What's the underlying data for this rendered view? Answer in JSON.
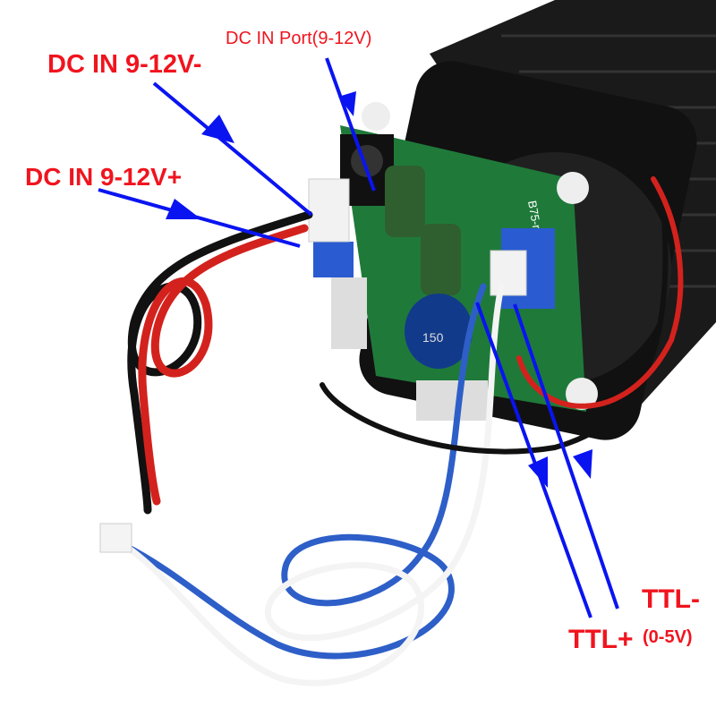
{
  "labels": {
    "dc_in_negative": "DC IN 9-12V-",
    "dc_in_port": "DC IN Port(9-12V)",
    "dc_in_positive": "DC IN 9-12V+",
    "ttl_negative": "TTL-",
    "ttl_positive": "TTL+",
    "ttl_range": "(0-5V)"
  },
  "board": {
    "silkscreen": "B75-rev",
    "inductor_marking": "150"
  },
  "colors": {
    "label": "#f0141e",
    "arrow": "#0a14f0",
    "pcb": "#1f7a3a",
    "heatsink": "#151515"
  }
}
